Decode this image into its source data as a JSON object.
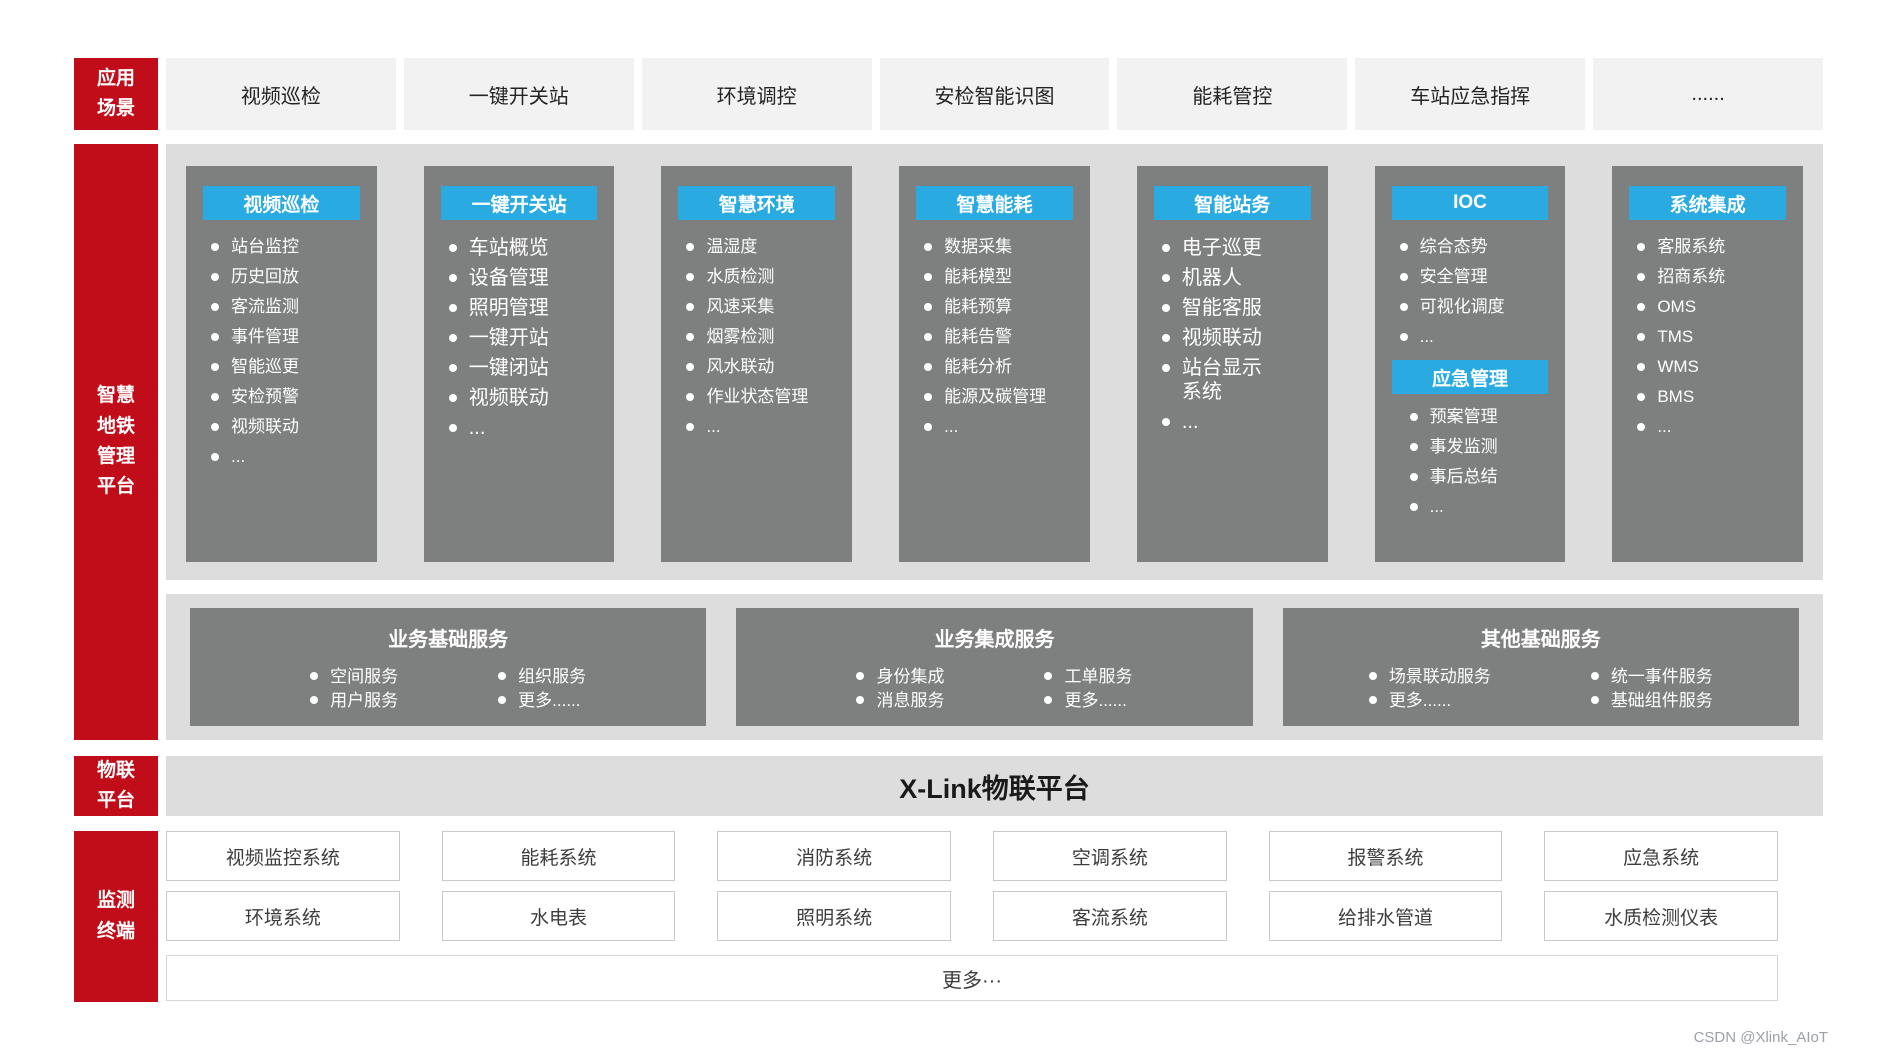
{
  "page": {
    "watermark": "CSDN @Xlink_AIoT"
  },
  "colors": {
    "accent_red": "#c10d19",
    "accent_blue": "#29abe2",
    "module_gray": "#7e7f7f",
    "band_gray": "#dcdddc",
    "scenario_box_gray": "#f2f2f2"
  },
  "app_scenarios": {
    "label_lines": [
      "应用",
      "场景"
    ],
    "items": [
      "视频巡检",
      "一键开关站",
      "环境调控",
      "安检智能识图",
      "能耗管控",
      "车站应急指挥",
      "......"
    ]
  },
  "platform": {
    "label_lines": [
      "智慧",
      "地铁",
      "管理",
      "平台"
    ],
    "columns": [
      {
        "header": "视频巡检",
        "items": [
          "站台监控",
          "历史回放",
          "客流监测",
          "事件管理",
          "智能巡更",
          "安检预警",
          "视频联动",
          "..."
        ]
      },
      {
        "header": "一键开关站",
        "large_text": true,
        "items": [
          "车站概览",
          "设备管理",
          "照明管理",
          "一键开站",
          "一键闭站",
          "视频联动",
          "..."
        ]
      },
      {
        "header": "智慧环境",
        "items": [
          "温湿度",
          "水质检测",
          "风速采集",
          "烟雾检测",
          "风水联动",
          "作业状态管理",
          "..."
        ]
      },
      {
        "header": "智慧能耗",
        "items": [
          "数据采集",
          "能耗模型",
          "能耗预算",
          "能耗告警",
          "能耗分析",
          "能源及碳管理",
          "..."
        ]
      },
      {
        "header": "智能站务",
        "large_text": true,
        "items": [
          "电子巡更",
          "机器人",
          "智能客服",
          "视频联动",
          "站台显示系统",
          "..."
        ]
      },
      {
        "header": "IOC",
        "items": [
          "综合态势",
          "安全管理",
          "可视化调度",
          "..."
        ],
        "subheader": "应急管理",
        "subitems": [
          "预案管理",
          "事发监测",
          "事后总结",
          "..."
        ]
      },
      {
        "header": "系统集成",
        "items": [
          "客服系统",
          "招商系统",
          "OMS",
          "TMS",
          "WMS",
          "BMS",
          "..."
        ]
      }
    ],
    "services": [
      {
        "title": "业务基础服务",
        "col1": [
          "空间服务",
          "用户服务"
        ],
        "col2": [
          "组织服务",
          "更多......"
        ]
      },
      {
        "title": "业务集成服务",
        "col1": [
          "身份集成",
          "消息服务"
        ],
        "col2": [
          "工单服务",
          "更多......"
        ]
      },
      {
        "title": "其他基础服务",
        "col1": [
          "场景联动服务",
          "更多......"
        ],
        "col2": [
          "统一事件服务",
          "基础组件服务"
        ]
      }
    ]
  },
  "iot": {
    "label_lines": [
      "物联",
      "平台"
    ],
    "title": "X-Link物联平台"
  },
  "terminals": {
    "label_lines": [
      "监测",
      "终端"
    ],
    "row1": [
      "视频监控系统",
      "能耗系统",
      "消防系统",
      "空调系统",
      "报警系统",
      "应急系统"
    ],
    "row2": [
      "环境系统",
      "水电表",
      "照明系统",
      "客流系统",
      "给排水管道",
      "水质检测仪表"
    ],
    "more": "更多···"
  }
}
